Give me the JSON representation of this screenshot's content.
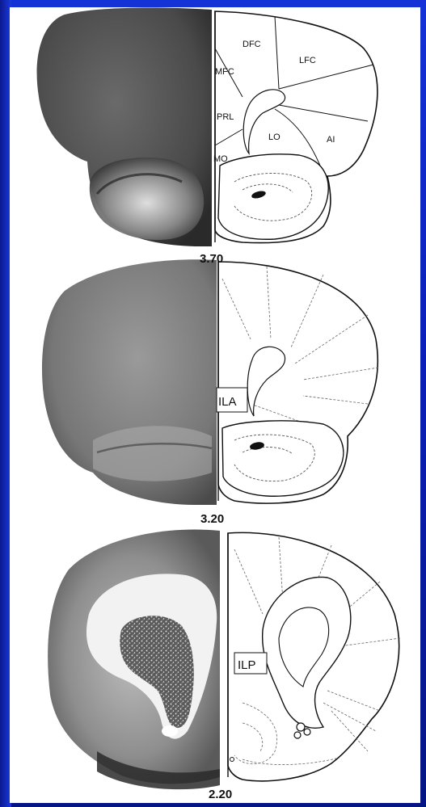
{
  "sections": [
    {
      "level": "3.70",
      "regions": {
        "dfc": "DFC",
        "mfc": "MFC",
        "lfc": "LFC",
        "prl": "PRL",
        "lo": "LO",
        "ai": "AI",
        "mo": "MO"
      }
    },
    {
      "level": "3.20",
      "regions": {
        "ila": "ILA"
      }
    },
    {
      "level": "2.20",
      "regions": {
        "ilp": "ILP"
      }
    }
  ],
  "colors": {
    "background": "#0a1fb8",
    "panel": "#ffffff",
    "ink": "#111111"
  }
}
